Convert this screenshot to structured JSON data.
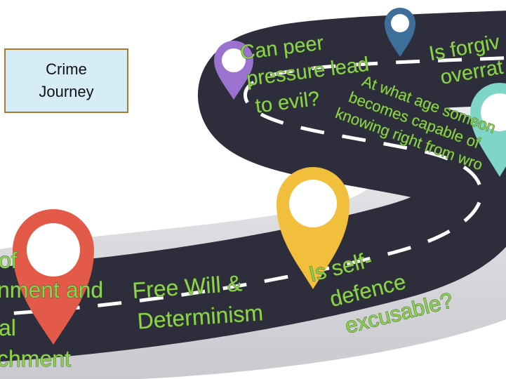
{
  "slide": {
    "title_line1": "Crime",
    "title_line2": "Journey"
  },
  "questions": {
    "peer_pressure": [
      "Can peer",
      "pressure lead",
      "to evil?"
    ],
    "forgiveness": [
      "Is forgiv",
      "overrat"
    ],
    "age": [
      "At what age someon",
      "becomes capable of",
      "knowing right from wro"
    ],
    "self_defence": [
      "Is self-",
      "defence",
      "excusable?"
    ],
    "free_will": [
      "Free Will &",
      "Determinism"
    ],
    "punishment_left": [
      "of",
      "nment and",
      "al",
      "chment"
    ]
  },
  "colors": {
    "road": "#2e2d3b",
    "road_edge": "#d9d9de",
    "lane_marking": "#ffffff",
    "pin_purple": "#9b72cf",
    "pin_blue": "#3e6e9a",
    "pin_teal": "#7fd6c8",
    "pin_yellow": "#f1bf3b",
    "pin_red": "#e35a48",
    "question_text": "#8fd14f",
    "title_fill": "#d6ecf7",
    "title_border": "#b07a2c"
  }
}
